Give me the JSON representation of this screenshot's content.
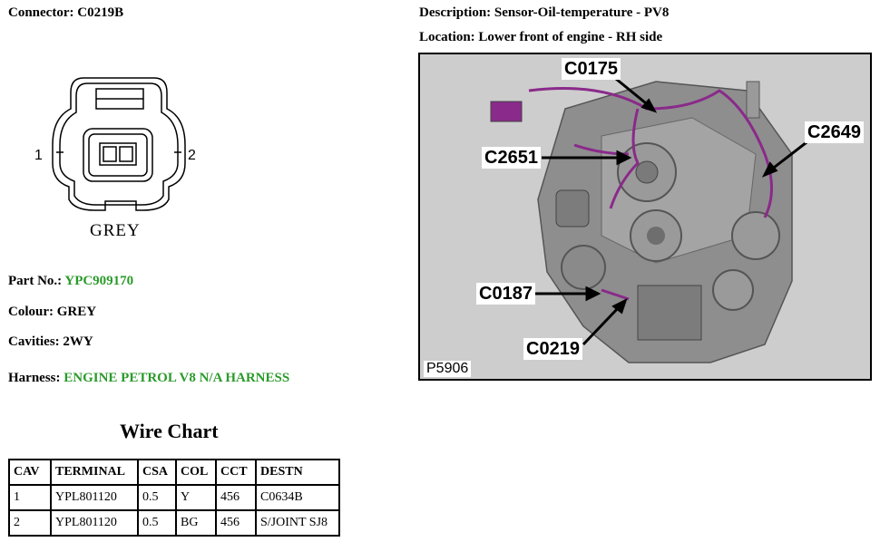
{
  "header": {
    "connector_label": "Connector:",
    "connector_value": "C0219B",
    "description_label": "Description:",
    "description_value": "Sensor-Oil-temperature - PV8",
    "location_label": "Location:",
    "location_value": "Lower front of engine - RH side"
  },
  "connector_figure": {
    "pin_left": "1",
    "pin_right": "2",
    "color_caption": "GREY"
  },
  "details": {
    "part_label": "Part No.:",
    "part_value": "YPC909170",
    "colour_label": "Colour:",
    "colour_value": "GREY",
    "cavities_label": "Cavities:",
    "cavities_value": "2WY",
    "harness_label": "Harness:",
    "harness_value": "ENGINE PETROL V8 N/A HARNESS"
  },
  "wire_chart": {
    "title": "Wire Chart",
    "headers": [
      "CAV",
      "TERMINAL",
      "CSA",
      "COL",
      "CCT",
      "DESTN"
    ],
    "rows": [
      [
        "1",
        "YPL801120",
        "0.5",
        "Y",
        "456",
        "C0634B"
      ],
      [
        "2",
        "YPL801120",
        "0.5",
        "BG",
        "456",
        "S/JOINT SJ8"
      ]
    ]
  },
  "engine_image": {
    "callouts": [
      "C0175",
      "C2651",
      "C2649",
      "C0187",
      "C0219"
    ],
    "reference": "P5906"
  },
  "colors": {
    "accent_green": "#2a9a2a",
    "harness_purple": "#8a2a8a"
  }
}
